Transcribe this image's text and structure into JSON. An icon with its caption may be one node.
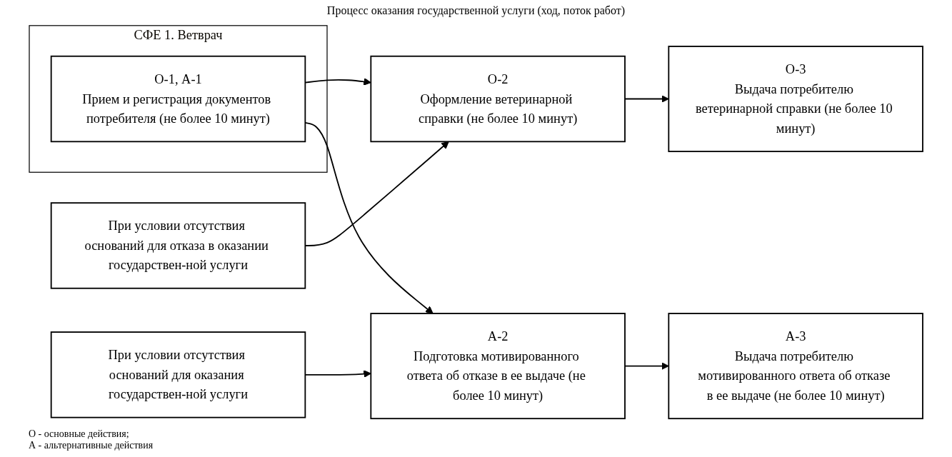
{
  "diagram": {
    "title": "Процесс оказания государственной услуги (ход, поток работ)",
    "nodes": [
      {
        "text": [
          "СФЕ 1. Ветврач"
        ]
      },
      {
        "text": [
          "О-1, А-1",
          "Прием и регистрация документов потребителя (не более 10 минут)"
        ],
        "in": 0
      },
      {
        "text": [
          "О-2",
          "Оформление ветеринарной справки (не более 10 минут)"
        ]
      },
      {
        "text": [
          "О-3",
          "Выдача потребителю ветеринарной справки (не более 10 минут)"
        ]
      },
      {
        "text": [
          "А-2",
          "Подготовка мотивированного ответа об отказе в ее выдаче (не более 10 минут)"
        ]
      },
      {
        "text": [
          "При условии отсутствия оснований для оказания государствен-ной услуги"
        ]
      },
      {
        "text": [
          "При условии отсутствия оснований для отказа в оказании государствен-ной услуги"
        ]
      },
      {
        "text": [
          "А-3",
          "Выдача потребителю мотивированного ответа об отказе в ее выдаче (не более 10 минут)"
        ]
      }
    ],
    "edges": [
      {
        "from": 1,
        "to": 2,
        "arrow": "to"
      },
      {
        "from": 2,
        "to": 3,
        "arrow": "to"
      },
      {
        "from": 1,
        "to": 4,
        "arrow": "to"
      },
      {
        "from": 5,
        "to": 4,
        "arrow": "to"
      },
      {
        "from": 6,
        "to": 2,
        "arrow": "to"
      },
      {
        "from": 4,
        "to": 7,
        "arrow": "to"
      }
    ],
    "labels": [
      "О - основные действия;",
      "А - альтернативные действия"
    ]
  }
}
